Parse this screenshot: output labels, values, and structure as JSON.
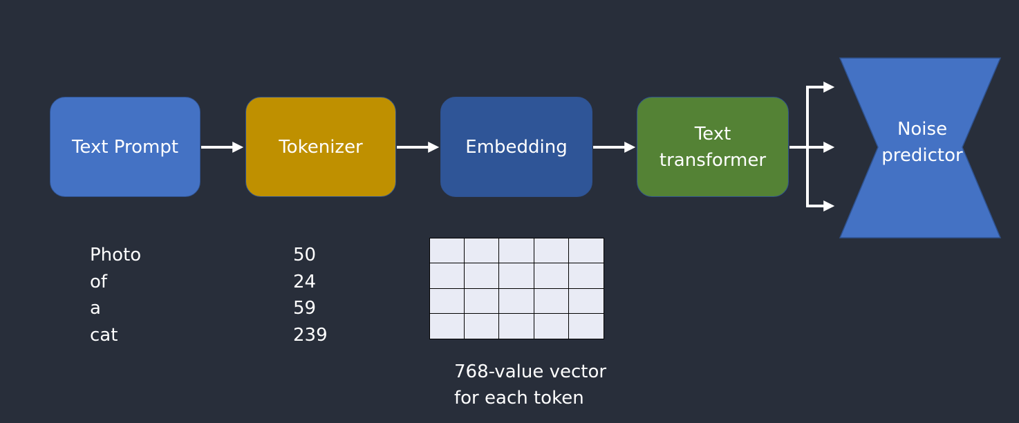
{
  "boxes": {
    "text_prompt": "Text Prompt",
    "tokenizer": "Tokenizer",
    "embedding": "Embedding",
    "text_transformer": "Text\ntransformer",
    "noise_predictor": "Noise\npredictor"
  },
  "tokens": {
    "words": [
      "Photo",
      "of",
      "a",
      "cat"
    ],
    "ids": [
      "50",
      "24",
      "59",
      "239"
    ]
  },
  "vector_caption": "768-value vector\nfor each token",
  "colors": {
    "background": "#282e3a",
    "text_prompt": "#4472c4",
    "tokenizer": "#bf9000",
    "embedding": "#2f5597",
    "text_transformer": "#548235",
    "noise_predictor": "#4472c4",
    "arrow": "#ffffff"
  }
}
